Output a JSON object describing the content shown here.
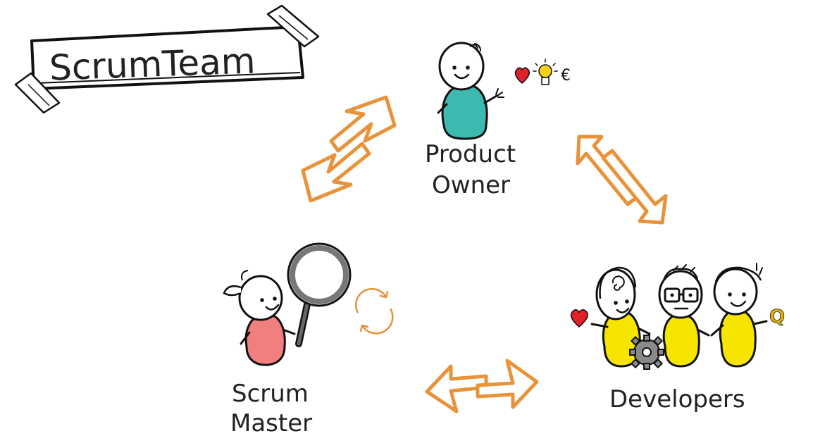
{
  "title": "ScrumTeam",
  "roles": {
    "product_owner": {
      "line1": "Product",
      "line2": "Owner"
    },
    "scrum_master": {
      "line1": "Scrum",
      "line2": "Master"
    },
    "developers": {
      "line1": "Developers"
    }
  },
  "symbols": {
    "euro": "€",
    "quality": "Q"
  },
  "colors": {
    "arrow": "#e8923a",
    "product_owner_body": "#3dbab0",
    "scrum_master_body": "#f27f7f",
    "developer_body": "#f5e500",
    "heart": "#e0212a",
    "bulb": "#f6d31a",
    "gear": "#8a8a8a",
    "quality_symbol": "#e0b400"
  },
  "icons": [
    "heart-icon",
    "lightbulb-icon",
    "euro-icon",
    "magnifier-icon",
    "cycle-icon",
    "gear-icon",
    "quality-icon"
  ]
}
